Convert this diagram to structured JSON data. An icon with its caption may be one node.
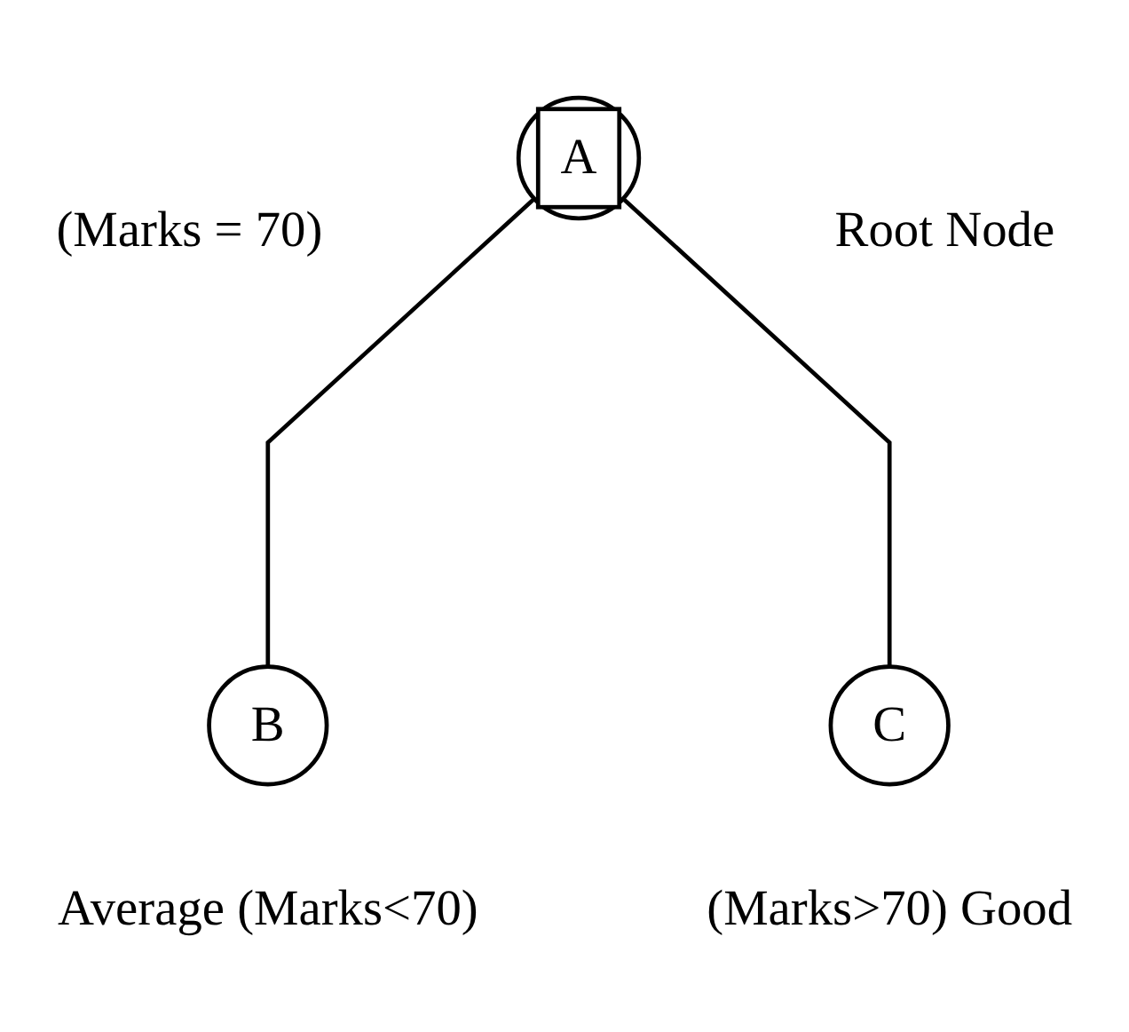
{
  "diagram": {
    "nodes": [
      {
        "text": [
          "A"
        ],
        "beside": [
          "(Marks = 70)",
          "Root Node"
        ]
      },
      {
        "text": [
          "B"
        ],
        "beside": [
          "Average (Marks<70)"
        ]
      },
      {
        "text": [
          "C"
        ],
        "beside": [
          "(Marks>70) Good"
        ]
      }
    ],
    "edges": [
      {
        "from": 0,
        "to": 1,
        "arrow": "none"
      },
      {
        "from": 0,
        "to": 2,
        "arrow": "none"
      }
    ]
  }
}
